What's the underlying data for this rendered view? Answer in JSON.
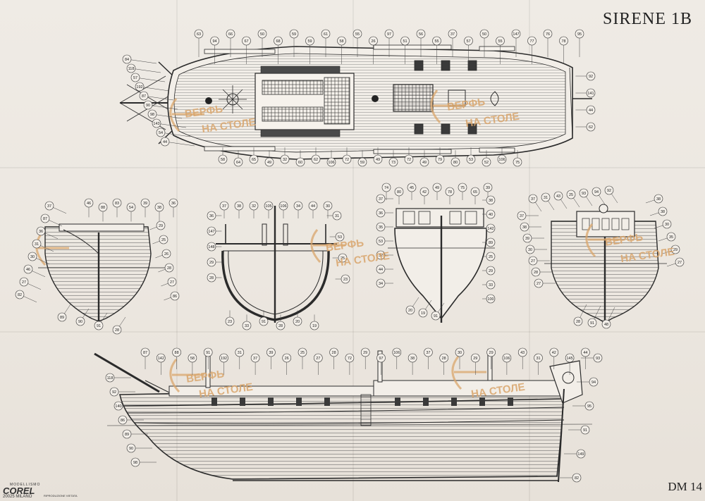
{
  "sheet": {
    "title": "SIRENE 1B",
    "sheet_number": "DM 14"
  },
  "maker": {
    "line1": "MODELLISMO",
    "brand": "COREL",
    "city": "20025 MILANO",
    "print": "RIPRODUZIONE VIETATA"
  },
  "watermark": {
    "text_top": "ВЕРФЬ",
    "text_bottom": "НА СТОЛЕ",
    "color": "#d9a56b"
  },
  "colors": {
    "paper": "#ece7e0",
    "ink": "#2b2b2b"
  },
  "callouts": {
    "plan_top": [
      "63",
      "94",
      "66",
      "67",
      "50",
      "68",
      "59",
      "59",
      "61",
      "58",
      "55",
      "26",
      "97",
      "51",
      "56",
      "55",
      "37",
      "57",
      "50",
      "55",
      "147",
      "77",
      "76",
      "78",
      "95"
    ],
    "plan_left": [
      "84",
      "118",
      "57",
      "192",
      "87",
      "90",
      "98",
      "143",
      "54",
      "44"
    ],
    "plan_bottom": [
      "58",
      "64",
      "65",
      "49",
      "32",
      "60",
      "62",
      "106",
      "72",
      "59",
      "49",
      "73",
      "72",
      "49",
      "79",
      "80",
      "53",
      "52",
      "106",
      "75"
    ],
    "plan_right": [
      "92",
      "141",
      "44",
      "62"
    ],
    "bow_left": [
      "37",
      "87",
      "36",
      "31",
      "30",
      "46",
      "27",
      "82"
    ],
    "bow_top": [
      "46",
      "88",
      "83",
      "54",
      "39",
      "38",
      "36"
    ],
    "bow_right": [
      "29",
      "25",
      "26",
      "28",
      "27",
      "86"
    ],
    "bow_bottom": [
      "89",
      "90",
      "91",
      "28"
    ],
    "mid_top": [
      "37",
      "38",
      "32",
      "105",
      "106",
      "34",
      "44",
      "30"
    ],
    "mid_left": [
      "36",
      "147",
      "148",
      "29",
      "28"
    ],
    "mid_right": [
      "31",
      "53",
      "25",
      "23"
    ],
    "mid_bottom": [
      "23",
      "33",
      "91",
      "28",
      "20",
      "19"
    ],
    "stern_top": [
      "74",
      "80",
      "45",
      "42",
      "49",
      "78",
      "75",
      "65",
      "39"
    ],
    "stern_left": [
      "37",
      "36",
      "35",
      "53",
      "32",
      "44",
      "34"
    ],
    "stern_right": [
      "38",
      "40",
      "142",
      "89",
      "25",
      "29",
      "33",
      "100"
    ],
    "stern_bottom": [
      "20",
      "19",
      "91"
    ],
    "quarter_top": [
      "37",
      "31",
      "43",
      "25",
      "93",
      "94",
      "92"
    ],
    "quarter_left": [
      "37",
      "38",
      "39",
      "30",
      "27",
      "28",
      "27"
    ],
    "quarter_right": [
      "38",
      "38",
      "30",
      "35",
      "29",
      "27"
    ],
    "quarter_bottom": [
      "28",
      "91",
      "48"
    ],
    "side_top": [
      "87",
      "142",
      "88",
      "58",
      "91",
      "192",
      "31",
      "37",
      "39",
      "26",
      "25",
      "27",
      "28",
      "72",
      "29",
      "97",
      "106",
      "38",
      "37",
      "28",
      "30",
      "29",
      "29",
      "106",
      "43",
      "31",
      "42",
      "145",
      "44"
    ],
    "side_left": [
      "118",
      "92",
      "140",
      "86",
      "89",
      "90",
      "98"
    ],
    "side_right": [
      "93",
      "94",
      "95",
      "91",
      "149",
      "82"
    ]
  }
}
